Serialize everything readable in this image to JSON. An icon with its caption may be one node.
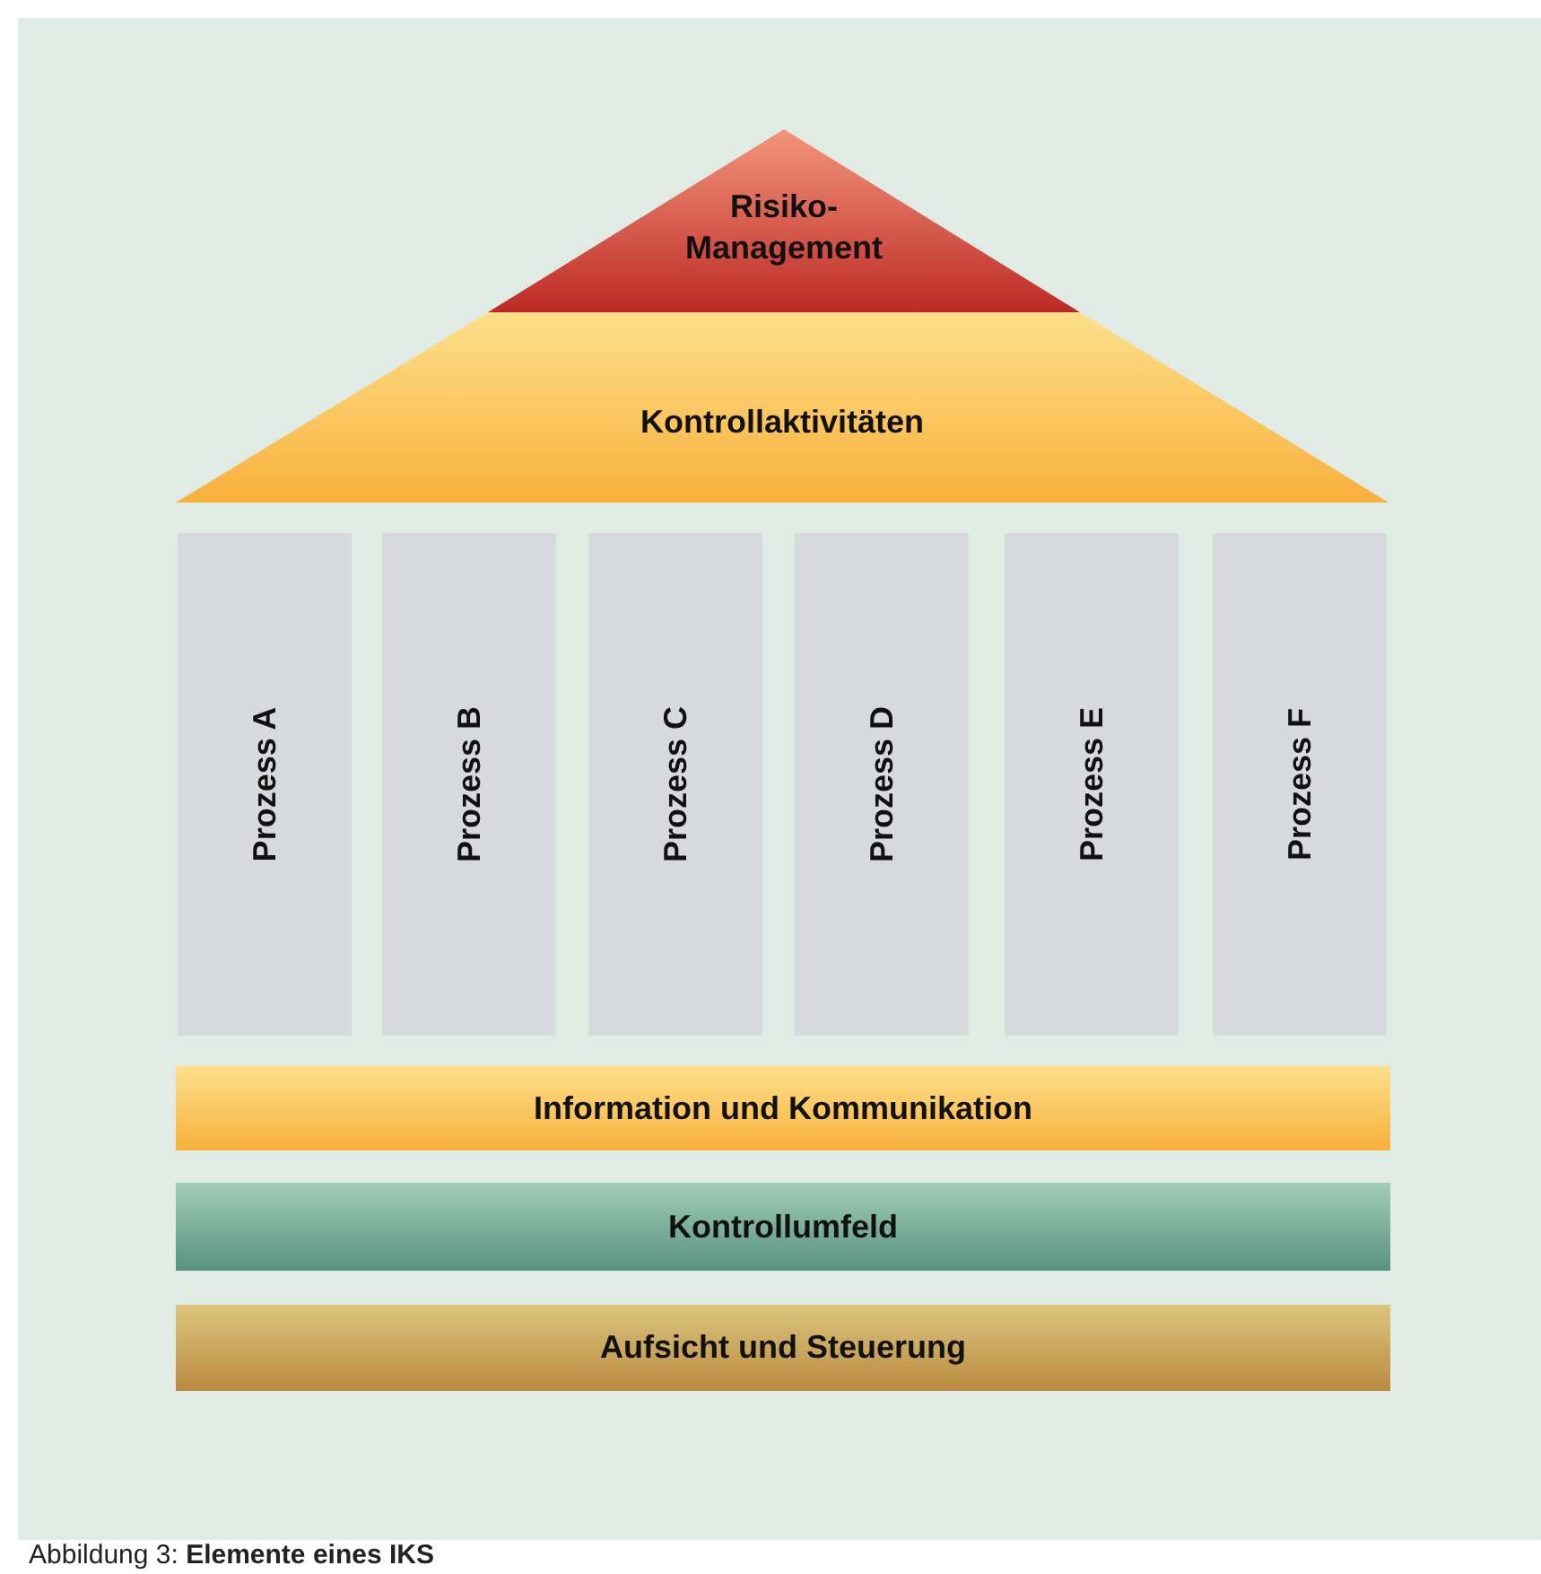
{
  "diagram": {
    "caption": "Abbildung 3: **Elemente eines IKS**",
    "nodes": [
      {
        "text": [
          "Risiko-Management"
        ]
      },
      {
        "text": [
          "Kontrollaktivitäten"
        ]
      },
      {
        "text": [
          "Prozess A"
        ]
      },
      {
        "text": [
          "Prozess B"
        ]
      },
      {
        "text": [
          "Prozess C"
        ]
      },
      {
        "text": [
          "Prozess D"
        ]
      },
      {
        "text": [
          "Prozess E"
        ]
      },
      {
        "text": [
          "Prozess F"
        ]
      },
      {
        "text": [
          "Information und Kommunikation"
        ]
      },
      {
        "text": [
          "Kontrollumfeld"
        ]
      },
      {
        "text": [
          "Aufsicht und Steuerung"
        ]
      }
    ]
  }
}
